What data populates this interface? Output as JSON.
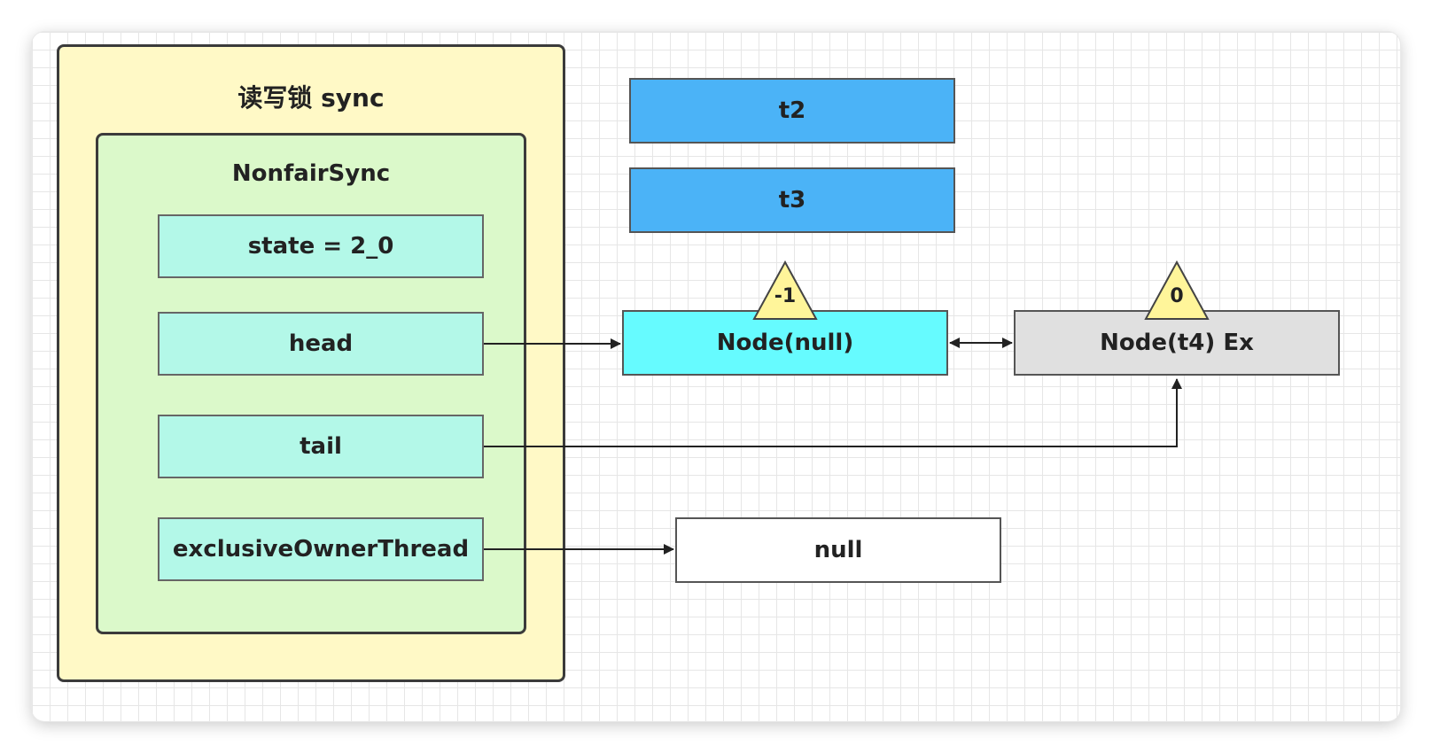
{
  "outer": {
    "title": "读写锁 sync",
    "fill": "#fff9c6"
  },
  "inner": {
    "title": "NonfairSync",
    "fill": "#dbf9ca"
  },
  "fields": [
    {
      "id": "state",
      "label": "state = 2_0"
    },
    {
      "id": "head",
      "label": "head"
    },
    {
      "id": "tail",
      "label": "tail"
    },
    {
      "id": "owner",
      "label": "exclusiveOwnerThread"
    }
  ],
  "field_fill": "#b3f8e8",
  "threads": [
    {
      "id": "t2",
      "label": "t2"
    },
    {
      "id": "t3",
      "label": "t3"
    }
  ],
  "thread_fill": "#4bb3f7",
  "nodes": [
    {
      "id": "node-null",
      "label": "Node(null)",
      "badge": "-1",
      "fill": "#66fbff"
    },
    {
      "id": "node-t4",
      "label": "Node(t4) Ex",
      "badge": "0",
      "fill": "#e0e0e0"
    }
  ],
  "badge_fill": "#fff59a",
  "null_box": {
    "label": "null"
  }
}
